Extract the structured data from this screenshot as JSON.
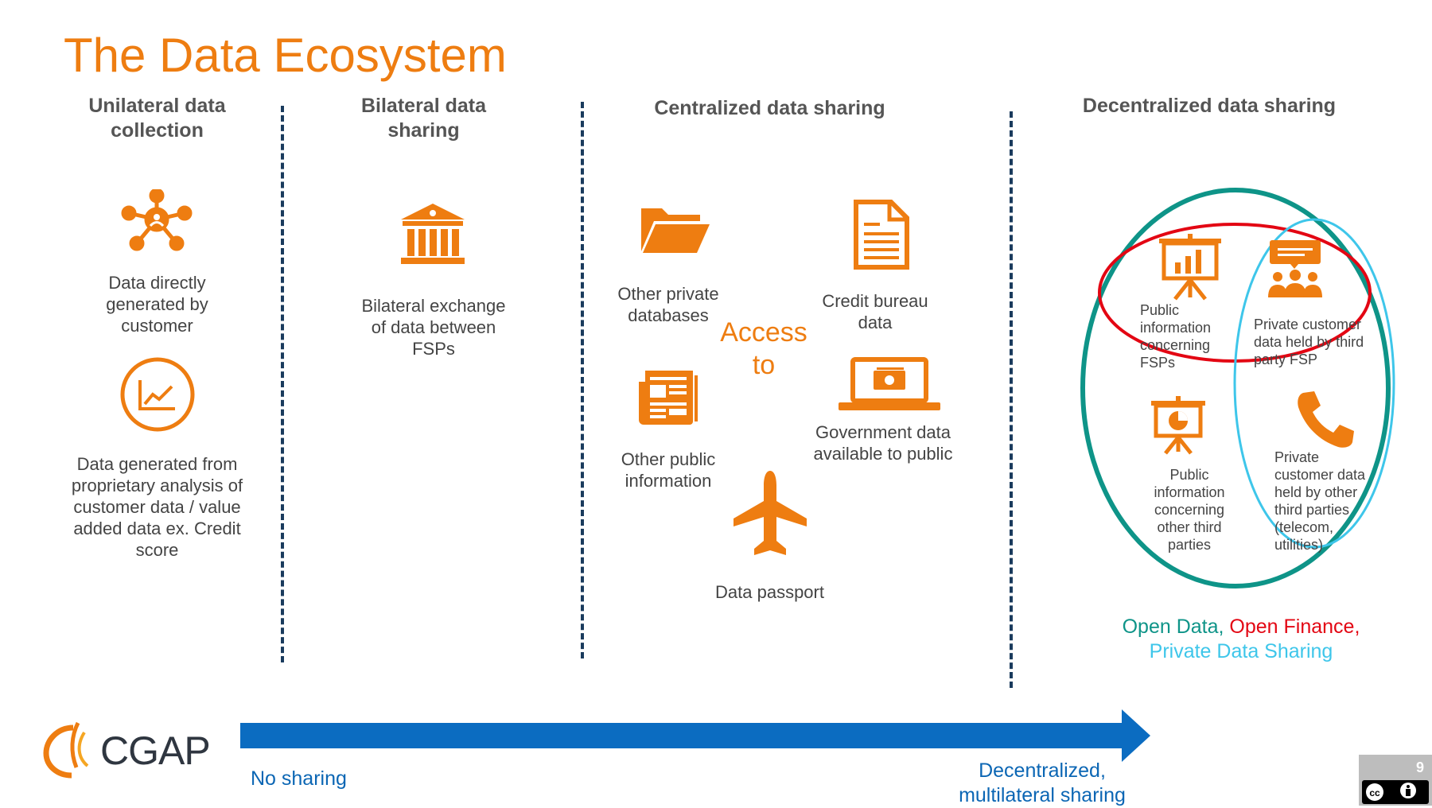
{
  "title": "The Data Ecosystem",
  "columns": {
    "unilateral": {
      "heading": "Unilateral data collection",
      "item1": "Data directly generated by customer",
      "item2": "Data generated from proprietary analysis of customer data / value added data ex. Credit score"
    },
    "bilateral": {
      "heading": "Bilateral data sharing",
      "item1": "Bilateral exchange of data between FSPs"
    },
    "centralized": {
      "heading": "Centralized data sharing",
      "access": "Access to",
      "private_db": "Other private databases",
      "credit_bureau": "Credit bureau data",
      "public_info": "Other public information",
      "government": "Government data available to public",
      "passport": "Data passport"
    },
    "decentralized": {
      "heading": "Decentralized data sharing",
      "fsp_public": "Public information concerning FSPs",
      "private_fsp": "Private customer data held by third party FSP",
      "third_public": "Public information concerning other third parties",
      "private_other": "Private customer data held by other third parties (telecom, utilities)"
    }
  },
  "legend": {
    "open_data": "Open Data,",
    "open_finance": "Open Finance,",
    "private_sharing": "Private Data Sharing",
    "colors": {
      "open_data": "#0e9488",
      "open_finance": "#e30613",
      "private_sharing": "#3ec6ea"
    }
  },
  "arrow": {
    "left_label": "No sharing",
    "right_label": "Decentralized, multilateral sharing",
    "color": "#0b6cc1"
  },
  "logo": {
    "text": "CGAP"
  },
  "page_number": "9",
  "accent_color": "#ee7d11",
  "icons": [
    "network-icon",
    "chart-icon",
    "bank-icon",
    "folder-icon",
    "document-icon",
    "newspaper-icon",
    "laptop-money-icon",
    "airplane-icon",
    "presentation-bar-icon",
    "presentation-pie-icon",
    "people-chat-icon",
    "phone-icon"
  ]
}
